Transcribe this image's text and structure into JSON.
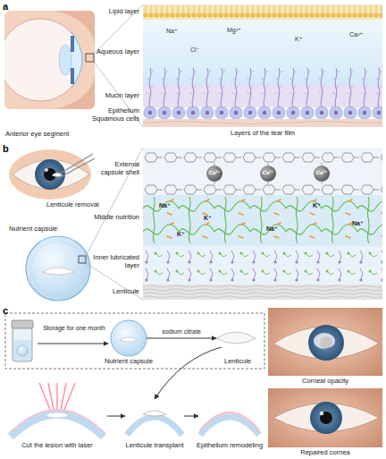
{
  "diagram": {
    "nodes": [
      {
        "text": [
          "Anterior eye segment"
        ]
      },
      {
        "text": [
          "Layers of the tear film"
        ]
      },
      {
        "text": [
          "Lipid layer"
        ],
        "in": 1
      },
      {
        "text": [
          "Aqueous layer"
        ],
        "in": 1
      },
      {
        "text": [
          "Mucin layer"
        ],
        "in": 1
      },
      {
        "text": [
          "Epithelium Squamous cells"
        ],
        "in": 1
      },
      {
        "text": [
          "Lenticule removal"
        ]
      },
      {
        "text": [
          "Nutrient capsule"
        ]
      },
      {
        "text": [
          "External capsule shell"
        ]
      },
      {
        "text": [
          "Middle nutrition"
        ]
      },
      {
        "text": [
          "Inner lubricated layer"
        ]
      },
      {
        "text": [
          "Lenticule"
        ]
      },
      {
        "text": [
          "Nutrient capsule"
        ]
      },
      {
        "text": [
          "Lenticule"
        ]
      },
      {
        "text": [
          "Corneal opacity"
        ]
      },
      {
        "text": [
          "Cut the lesion with laser"
        ]
      },
      {
        "text": [
          "Lenticule transplant"
        ]
      },
      {
        "text": [
          "Epithelium remodeling"
        ]
      },
      {
        "text": [
          "Repaired cornea"
        ]
      }
    ],
    "edges": [
      {
        "from": 12,
        "to": 13,
        "label": "sodium citrate",
        "arrow": "to"
      },
      {
        "from": 13,
        "to": 16,
        "arrow": "to"
      },
      {
        "from": 15,
        "to": 16,
        "arrow": "to"
      },
      {
        "from": 16,
        "to": 17,
        "arrow": "to"
      }
    ],
    "labels": [
      "a",
      "b",
      "c",
      "Na⁺",
      "Cl⁻",
      "Mg²⁺",
      "K⁺",
      "Ca²⁺",
      "Ca²⁺",
      "Ca²⁺",
      "Ca²⁺",
      "Na⁺",
      "K⁺",
      "Na⁺",
      "K⁺",
      "K⁺",
      "Na⁺",
      "Storage for one month"
    ]
  }
}
